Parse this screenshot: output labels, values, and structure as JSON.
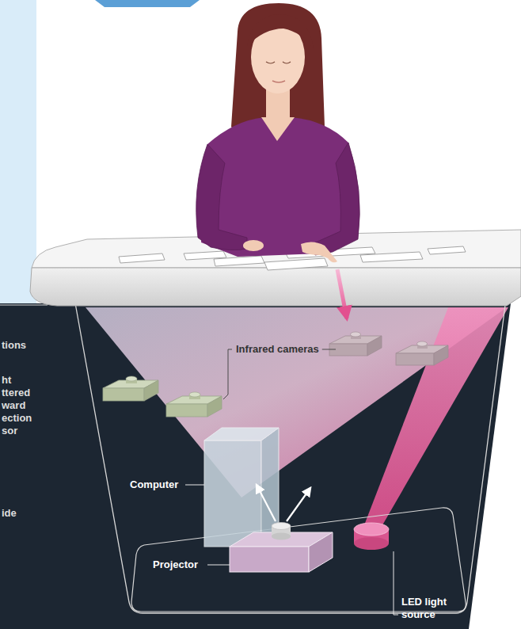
{
  "diagram": {
    "labels": [
      "tions",
      "ht ttered ward ection sor",
      "ide",
      "Infrared cameras",
      "Computer",
      "Projector",
      "LED light source"
    ]
  }
}
